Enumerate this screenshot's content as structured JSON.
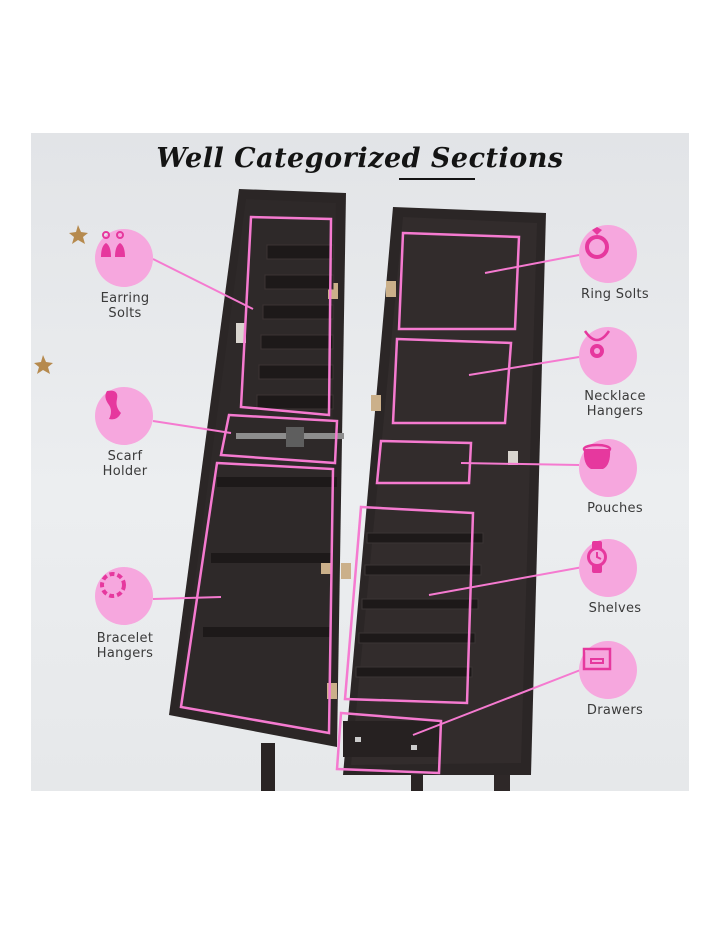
{
  "title_prefix": "Well Categorized",
  "title_suffix": "Sections",
  "callouts": {
    "earring": {
      "label_line1": "Earring",
      "label_line2": "Solts",
      "icon": "earring-icon"
    },
    "scarf": {
      "label_line1": "Scarf",
      "label_line2": "Holder",
      "icon": "scarf-icon"
    },
    "bracelet": {
      "label_line1": "Bracelet",
      "label_line2": "Hangers",
      "icon": "bracelet-icon"
    },
    "ring": {
      "label_line1": "Ring Solts",
      "icon": "ring-icon"
    },
    "necklace": {
      "label_line1": "Necklace",
      "label_line2": "Hangers",
      "icon": "necklace-icon"
    },
    "pouches": {
      "label_line1": "Pouches",
      "icon": "pouch-icon"
    },
    "shelves": {
      "label_line1": "Shelves",
      "icon": "watch-icon"
    },
    "drawers": {
      "label_line1": "Drawers",
      "icon": "drawer-icon"
    }
  },
  "colors": {
    "accent_pink": "#f57ad0",
    "icon_bg": "#f6a7de",
    "cabinet": "#2b2626",
    "background": "#e6e8ea"
  }
}
